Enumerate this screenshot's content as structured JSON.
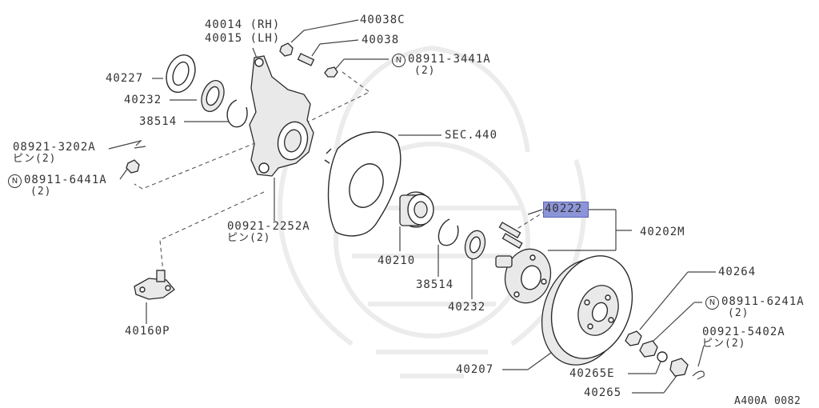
{
  "parts": {
    "knuckle_rh": "40014 (RH)",
    "knuckle_lh": "40015 (LH)",
    "p40038c": "40038C",
    "p40038": "40038",
    "nut_3441a": "08911-3441A",
    "nut_3441a_qty": "(2)",
    "p40227": "40227",
    "p40232_top": "40232",
    "p38514_top": "38514",
    "pin_3202a": "08921-3202A",
    "pin_3202a_qty": "ピン(2)",
    "nut_6441a": "08911-6441A",
    "nut_6441a_qty": "(2)",
    "sec440": "SEC.440",
    "p40222_pre": "4022",
    "p40222_post": "2",
    "p40202m": "40202M",
    "pin_2252a": "00921-2252A",
    "pin_2252a_qty": "ピン(2)",
    "p40210": "40210",
    "p38514_bot": "38514",
    "p40232_bot": "40232",
    "p40160p": "40160P",
    "p40264": "40264",
    "nut_6241a": "08911-6241A",
    "nut_6241a_qty": "(2)",
    "pin_5402a": "00921-5402A",
    "pin_5402a_qty": "ピン(2)",
    "p40207": "40207",
    "p40265e": "40265E",
    "p40265": "40265",
    "ref_code": "A400A 0082"
  },
  "icons": {
    "n_mark": "N"
  },
  "highlight": {
    "part": "40222",
    "color": "#8d95d9"
  }
}
